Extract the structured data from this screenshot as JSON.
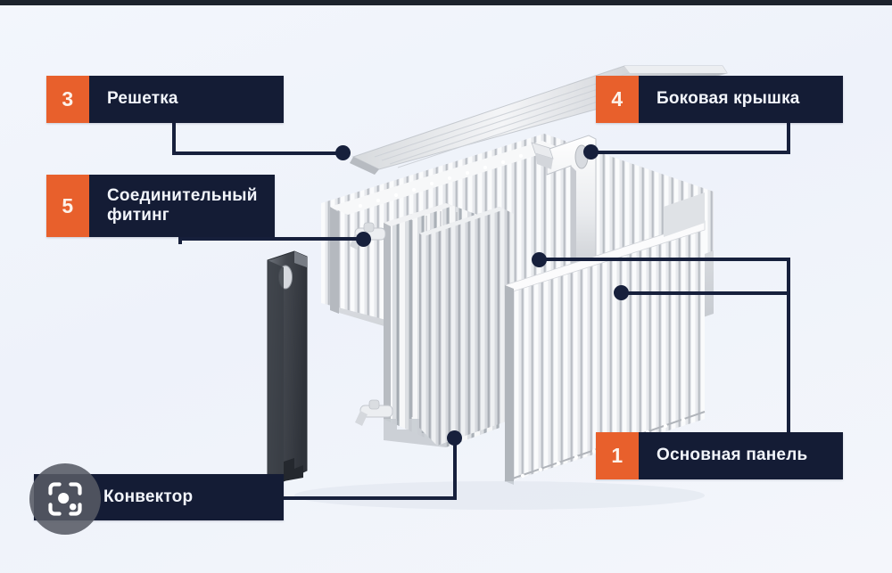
{
  "diagram": {
    "title_subject": "Радиатор отопления — устройство",
    "background_color": "#eef2fa",
    "accent_color": "#e8602c",
    "label_color": "#141c35",
    "line_color": "#17203c",
    "callouts": [
      {
        "id": "grille",
        "number": "3",
        "label": "Решетка",
        "has_number": true
      },
      {
        "id": "side-cover",
        "number": "4",
        "label": "Боковая крышка",
        "has_number": true
      },
      {
        "id": "fitting",
        "number": "5",
        "label": "Соединительный\nфитинг",
        "has_number": true
      },
      {
        "id": "main-panel",
        "number": "1",
        "label": "Основная панель",
        "has_number": true
      },
      {
        "id": "convector",
        "number": "",
        "label": "Конвектор",
        "has_number": false
      }
    ]
  },
  "overlay": {
    "lens_icon": "google-lens-camera-icon",
    "lens_bg": "#565a64"
  }
}
